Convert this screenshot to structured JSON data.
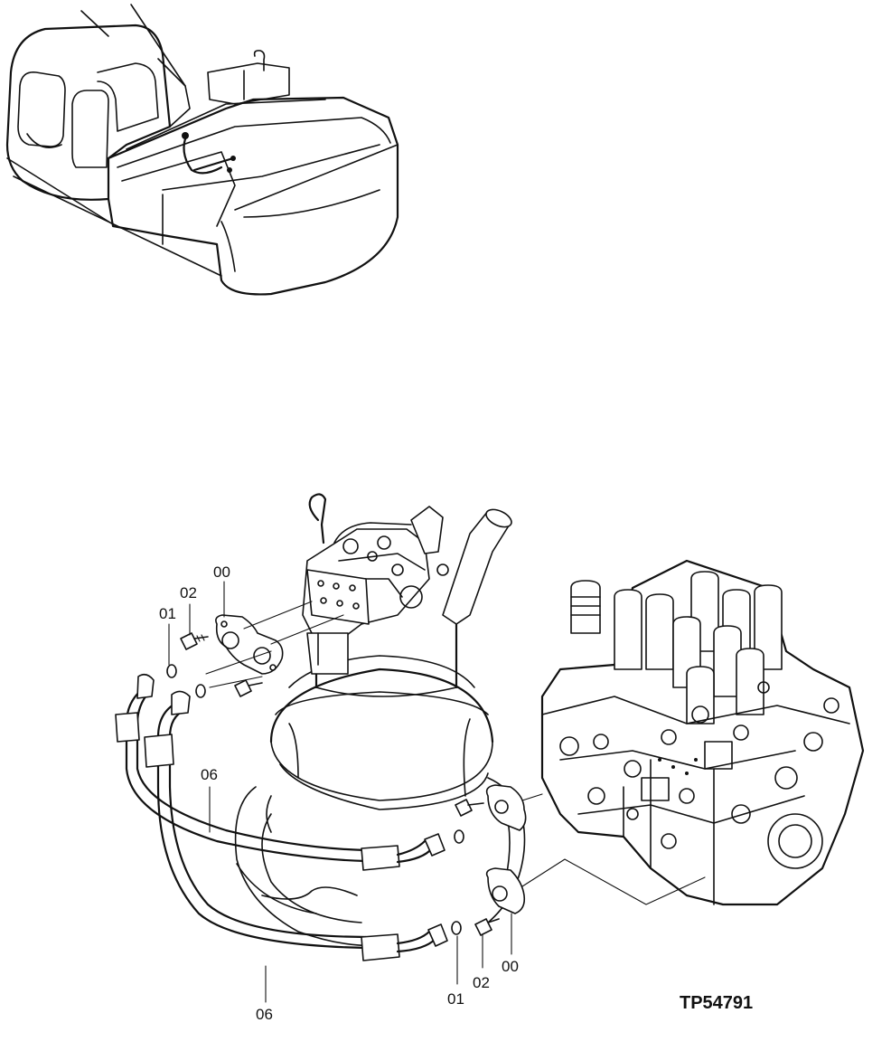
{
  "figure_id": "TP54791",
  "callouts": {
    "flange_top": "00",
    "bolt_top": "02",
    "oring_top": "01",
    "hose_upper": "06",
    "hose_lower": "06",
    "oring_bottom": "01",
    "bolt_bottom": "02",
    "flange_bottom": "00"
  }
}
